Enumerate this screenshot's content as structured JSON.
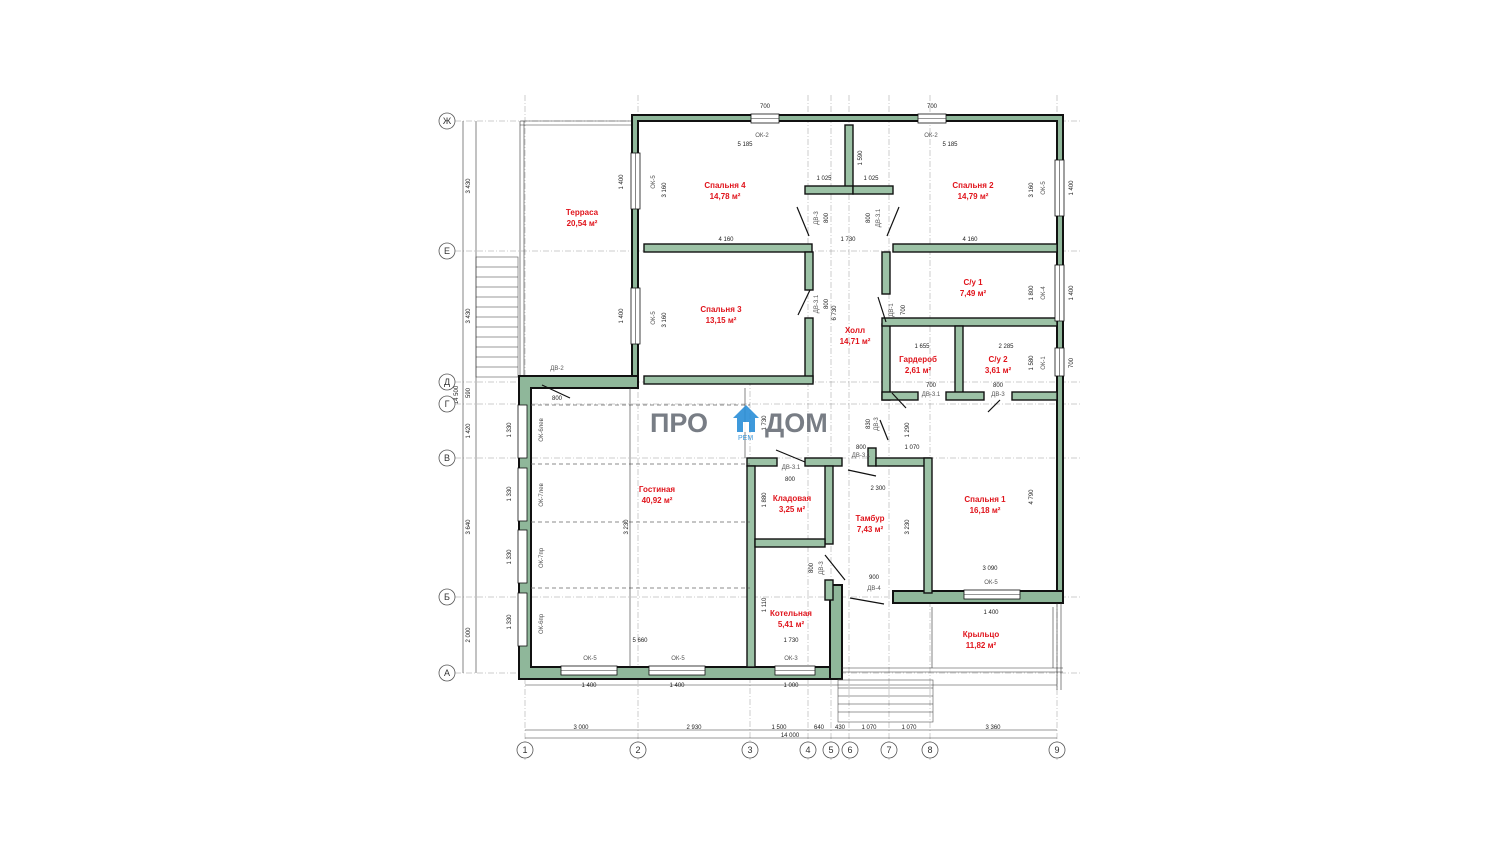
{
  "logo": {
    "left": "ПРО",
    "right": "ДОМ",
    "sub": "РЕМ",
    "house_color": "#2a8fd8"
  },
  "colors": {
    "room_label": "#e0141c",
    "wall_fill": "#8fb79a"
  },
  "rooms": [
    {
      "id": "terrace",
      "name": "Терраса",
      "area": "20,54 м²"
    },
    {
      "id": "bed4",
      "name": "Спальня 4",
      "area": "14,78 м²"
    },
    {
      "id": "bed2",
      "name": "Спальня 2",
      "area": "14,79 м²"
    },
    {
      "id": "bed3",
      "name": "Спальня 3",
      "area": "13,15 м²"
    },
    {
      "id": "hall",
      "name": "Холл",
      "area": "14,71 м²"
    },
    {
      "id": "wc1",
      "name": "С/у 1",
      "area": "7,49 м²"
    },
    {
      "id": "wardrobe",
      "name": "Гардероб",
      "area": "2,61 м²"
    },
    {
      "id": "wc2",
      "name": "С/у 2",
      "area": "3,61 м²"
    },
    {
      "id": "living",
      "name": "Гостиная",
      "area": "40,92 м²"
    },
    {
      "id": "pantry",
      "name": "Кладовая",
      "area": "3,25 м²"
    },
    {
      "id": "tambour",
      "name": "Тамбур",
      "area": "7,43 м²"
    },
    {
      "id": "bed1",
      "name": "Спальня 1",
      "area": "16,18 м²"
    },
    {
      "id": "boiler",
      "name": "Котельная",
      "area": "5,41 м²"
    },
    {
      "id": "porch",
      "name": "Крыльцо",
      "area": "11,82 м²"
    }
  ],
  "axes_rows": [
    "Ж",
    "Е",
    "Д",
    "Г",
    "В",
    "Б",
    "А"
  ],
  "axes_cols": [
    "1",
    "2",
    "3",
    "4",
    "5",
    "6",
    "7",
    "8",
    "9"
  ],
  "bottom_dims": [
    "3 000",
    "2 930",
    "1 500",
    "640",
    "430",
    "1 070",
    "1 070",
    "3 360"
  ],
  "total_dim": "14 000",
  "left_dims": [
    "3 430",
    "3 430",
    "14 500",
    "590",
    "1 420",
    "3 640",
    "2 000"
  ],
  "window_dims_bottom": [
    "1 400",
    "1 400",
    "1 000"
  ],
  "dims": {
    "d700a": "700",
    "d700b": "700",
    "d5185a": "5 185",
    "d5185b": "5 185",
    "d1025a": "1 025",
    "d1025b": "1 025",
    "d4160a": "4 160",
    "d4160b": "4 160",
    "d1730": "1 730",
    "d1655": "1 655",
    "d2285": "2 285",
    "d700c": "700",
    "d800a": "800",
    "d800b": "800",
    "d800c": "800",
    "d1070": "1 070",
    "d2300": "2 300",
    "d3090": "3 090",
    "d900": "900",
    "d1400p": "1 400",
    "d5660": "5 660",
    "d1730b": "1 730",
    "d800d": "800",
    "v1400a": "1 400",
    "v3160a": "3 160",
    "v1590": "1 590",
    "v3160b": "3 160",
    "v1400b": "1 400",
    "v800a": "800",
    "v800b": "800",
    "v1400c": "1 400",
    "v3160c": "3 160",
    "v800c": "800",
    "v6730": "6 730",
    "v1400d": "1 400",
    "v1800": "1 800",
    "v700a": "700",
    "v700b": "700",
    "v1580": "1 580",
    "v1730": "1 730",
    "v830": "830",
    "v1290": "1 290",
    "v1880": "1 880",
    "v3230a": "3 230",
    "v3230b": "3 230",
    "v4790": "4 790",
    "v800d": "800",
    "v1110": "1 110",
    "v1330a": "1 330",
    "v1330b": "1 330",
    "v1330c": "1 330",
    "v1330d": "1 330"
  },
  "marks": {
    "ok2a": "ОК-2",
    "ok2b": "ОК-2",
    "ok5a": "ОК-5",
    "ok5b": "ОК-5",
    "ok5c": "ОК-5",
    "ok5d": "ОК-5",
    "ok5e": "ОК-5",
    "ok5f": "ОК-5",
    "ok4": "ОК-4",
    "ok1": "ОК-1",
    "ok3": "ОК-3",
    "ok6lev": "ОК-6лев",
    "ok7lev": "ОК-7лев",
    "ok7pr": "ОК-7пр",
    "ok6pr": "ОК-6пр",
    "dv2": "ДВ-2",
    "dv3a": "ДВ-3",
    "dv3b": "ДВ-3",
    "dv3c": "ДВ-3",
    "dv3d": "ДВ-3",
    "dv31a": "ДВ-3.1",
    "dv31b": "ДВ-3.1",
    "dv31c": "ДВ-3.1",
    "dv31d": "ДВ-3.1",
    "dv1": "ДВ-1",
    "dv4": "ДВ-4",
    "dv31e": "ДВ-3.1"
  }
}
